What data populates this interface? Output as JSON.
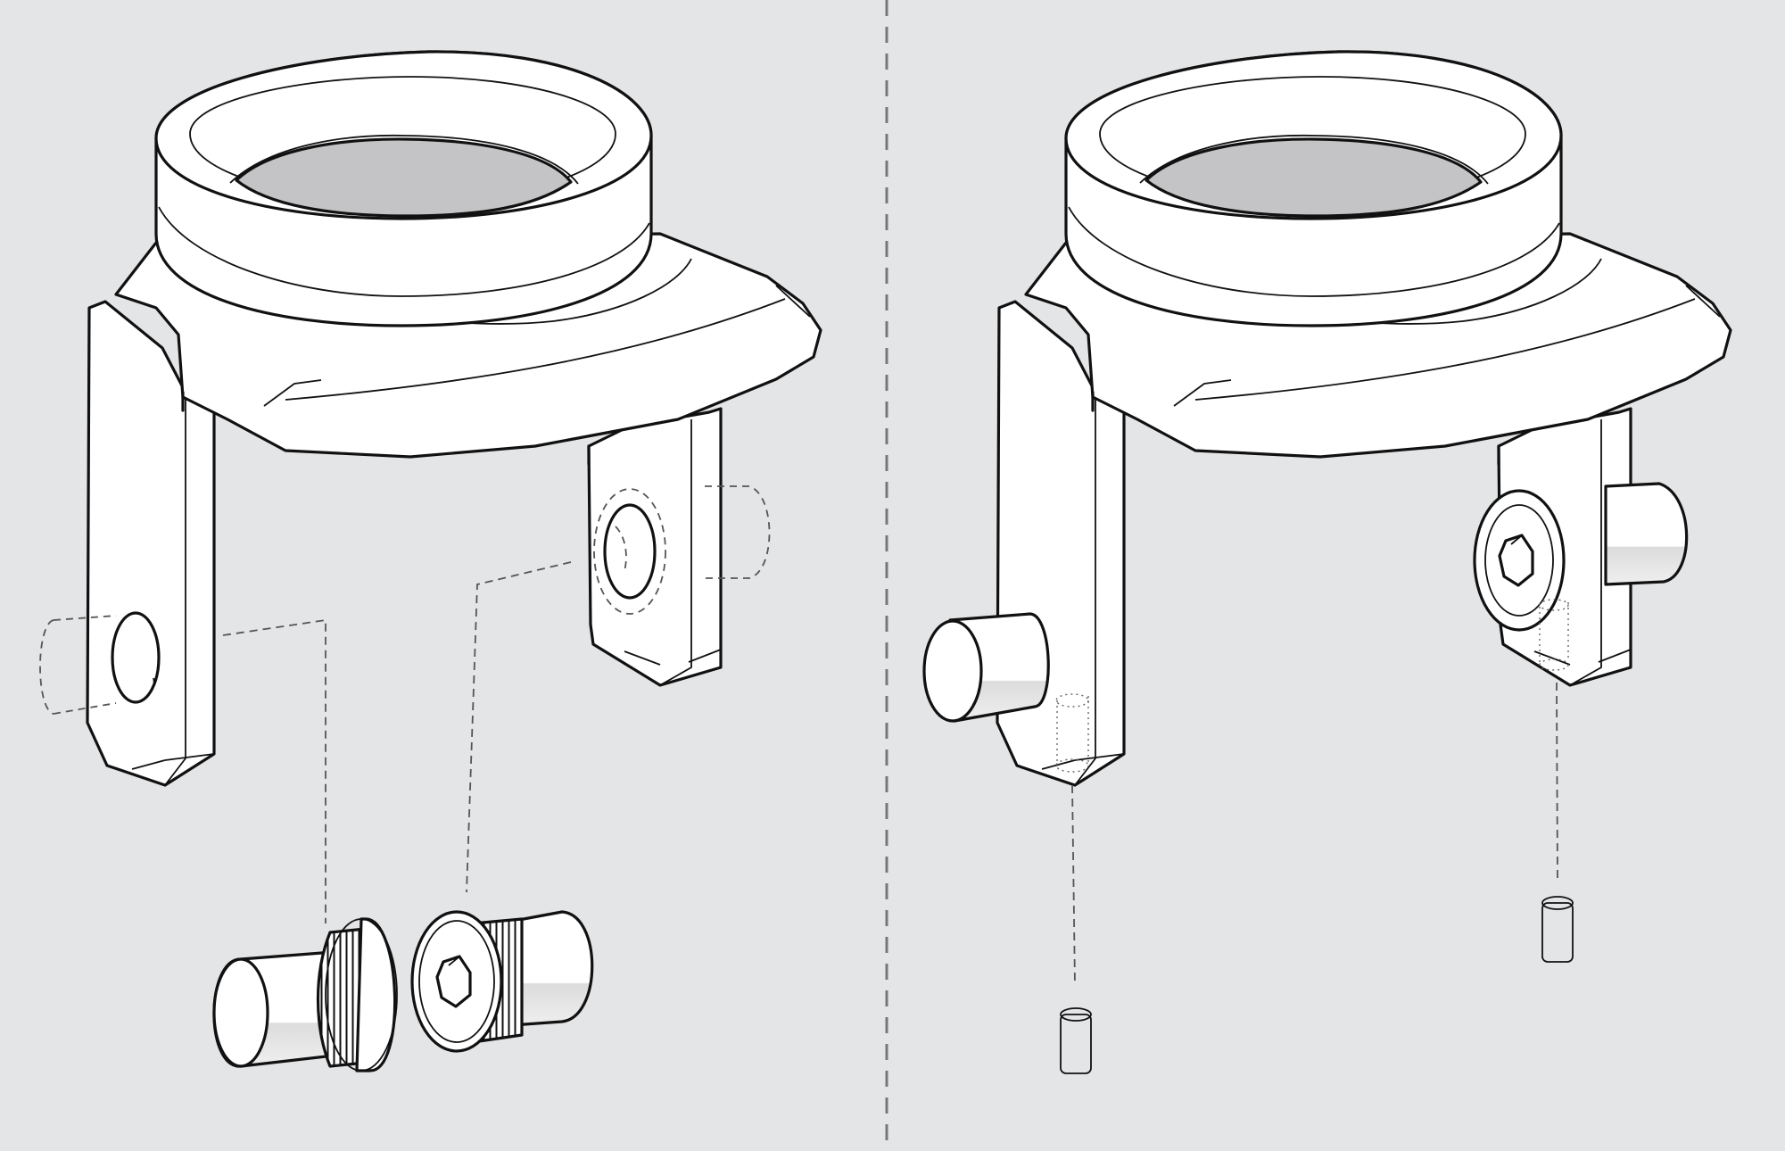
{
  "colors": {
    "background": "#e4e5e7",
    "part_fill": "#ffffff",
    "outline": "#111111",
    "bore_shade": "#c4c4c6",
    "hidden_line": "#555555",
    "divider": "#777777"
  },
  "panels": [
    {
      "id": "left",
      "view": "exploded",
      "parts": [
        "fork-housing",
        "threaded-pin-left",
        "threaded-pin-right"
      ]
    },
    {
      "id": "right",
      "view": "assembled",
      "parts": [
        "fork-housing",
        "pin-left",
        "pin-right",
        "set-screw-left",
        "set-screw-right"
      ]
    }
  ]
}
